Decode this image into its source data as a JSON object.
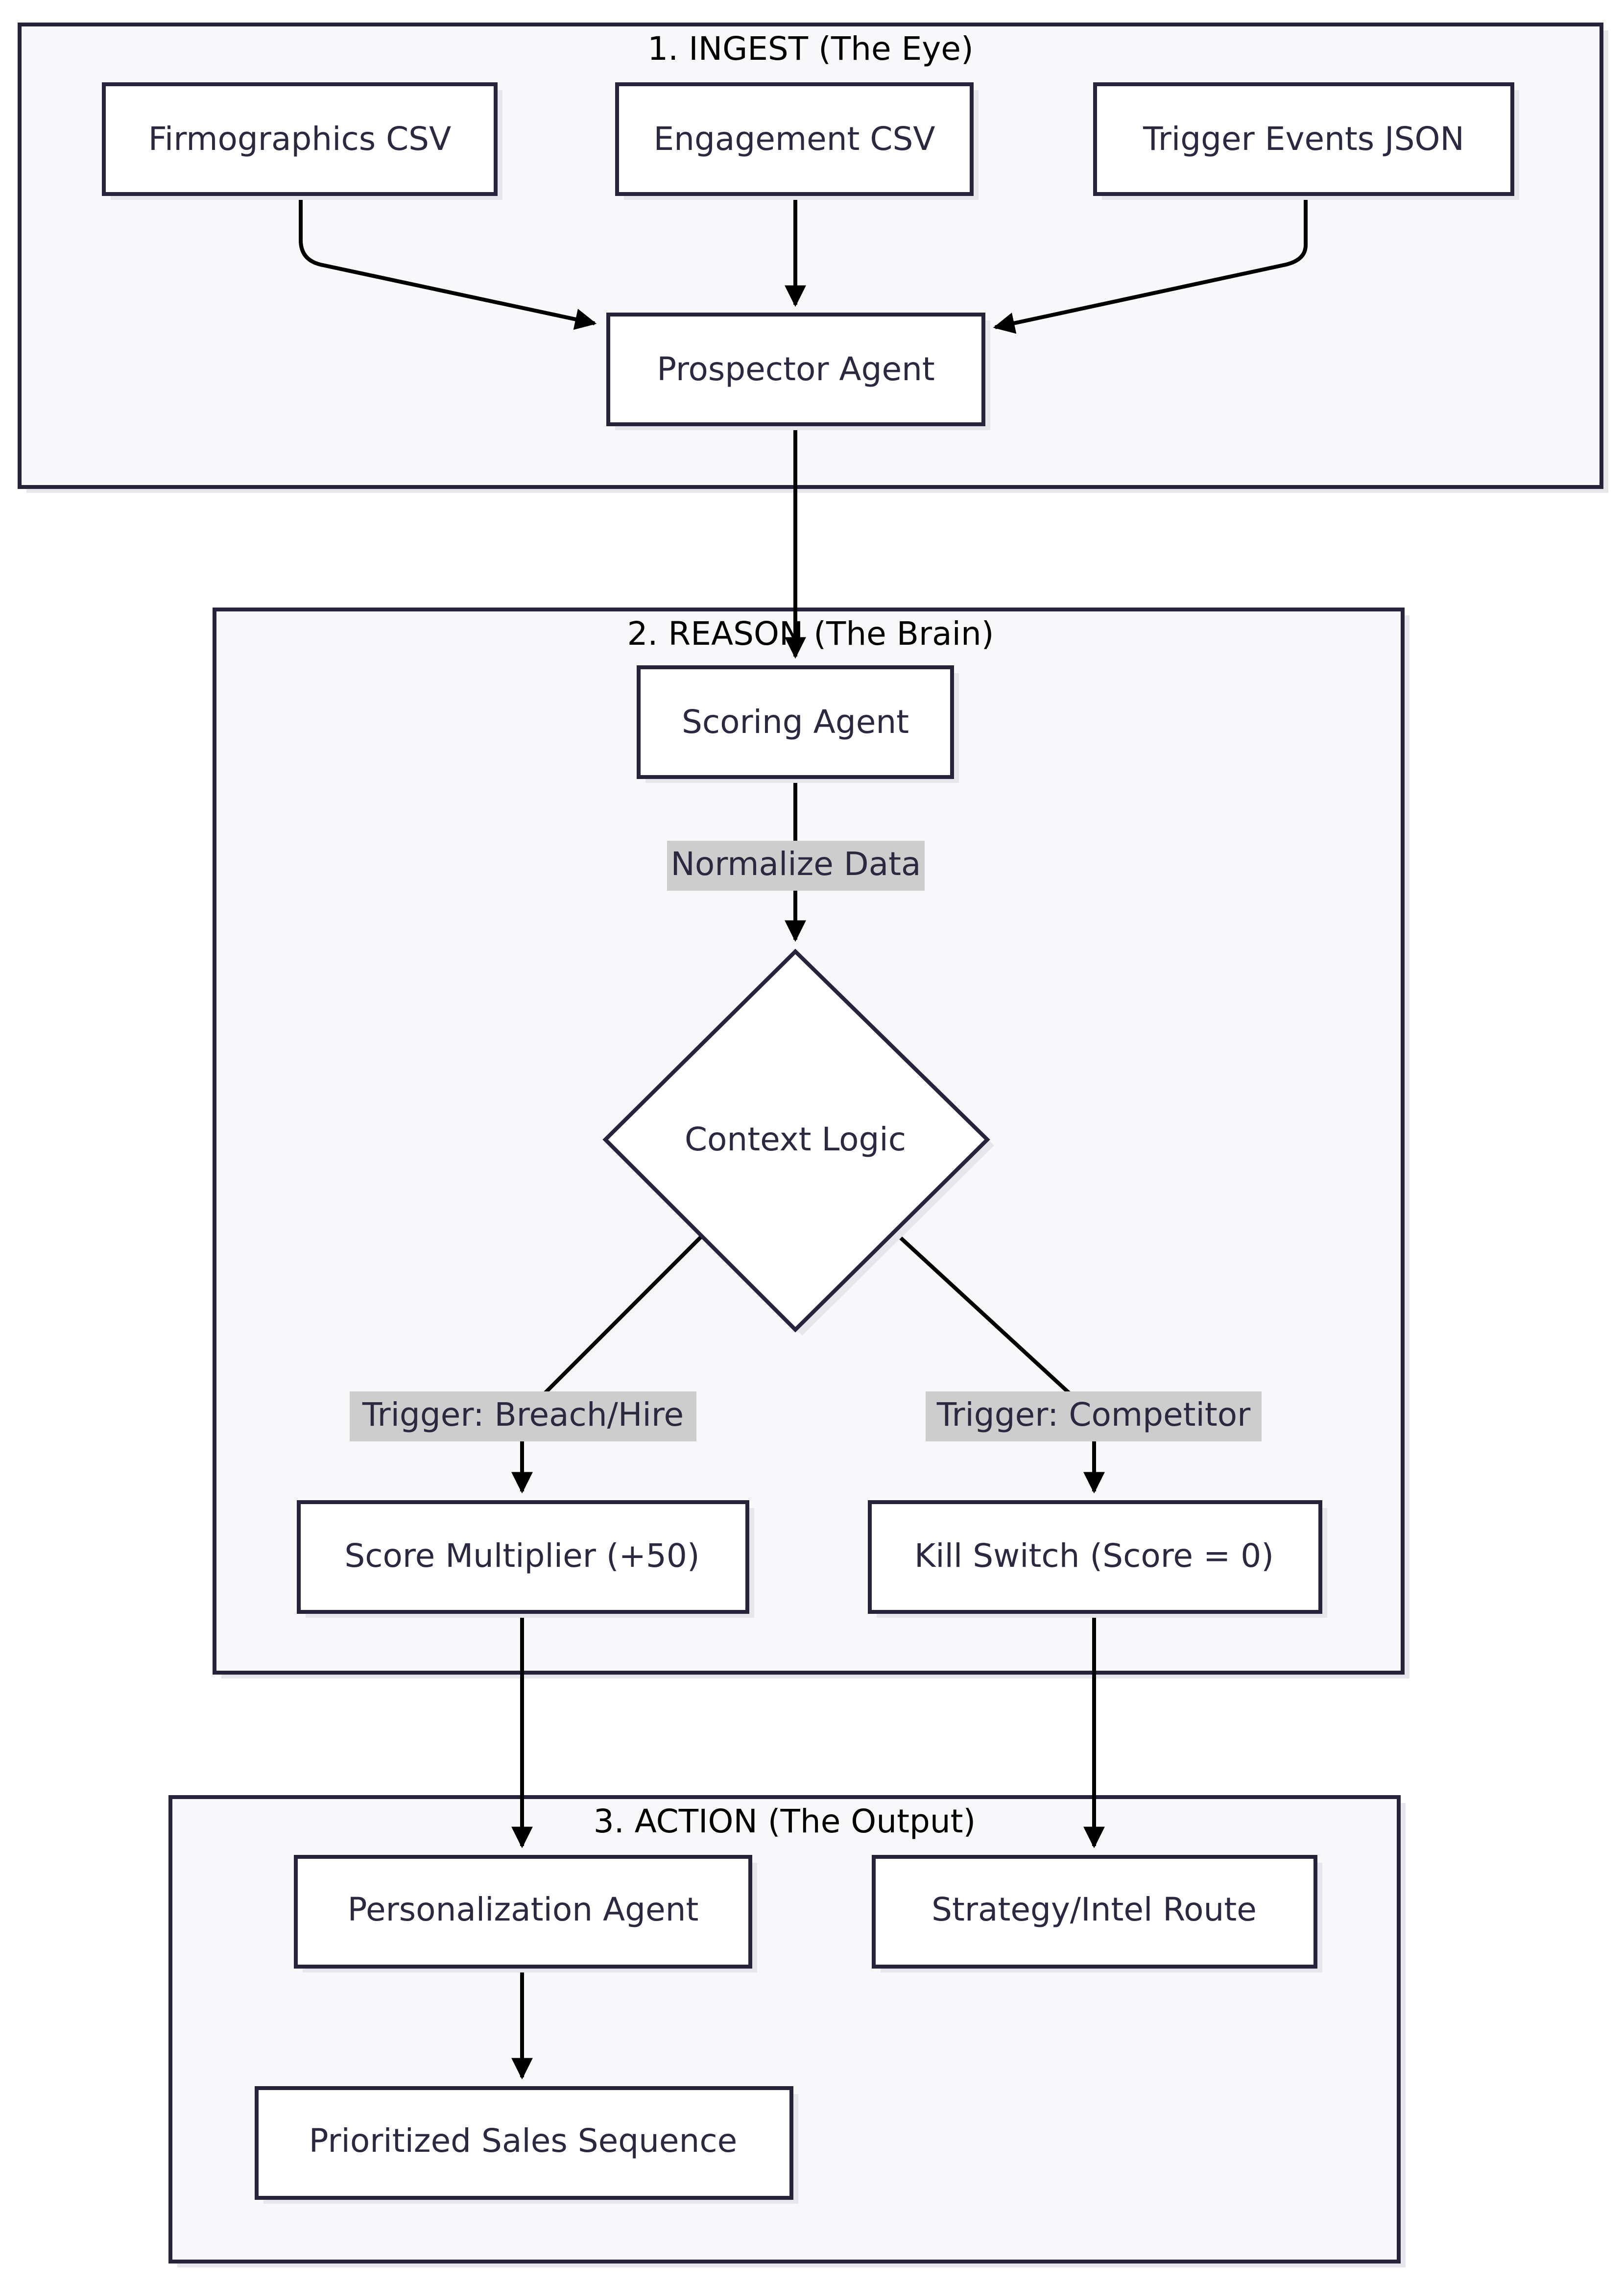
{
  "diagram": {
    "colors": {
      "cluster_fill": "#f8f8fb",
      "node_fill": "#ffffff",
      "stroke": "#26233a",
      "shadow": "#e6e6ec",
      "edge_label_bg": "#cdcdcd",
      "arrow": "#000000"
    },
    "clusters": {
      "ingest": {
        "title": "1. INGEST (The Eye)"
      },
      "reason": {
        "title": "2. REASON (The Brain)"
      },
      "action": {
        "title": "3. ACTION (The Output)"
      }
    },
    "nodes": {
      "firmographics": {
        "label": "Firmographics CSV"
      },
      "engagement": {
        "label": "Engagement CSV"
      },
      "trigger_events": {
        "label": "Trigger Events JSON"
      },
      "prospector": {
        "label": "Prospector Agent"
      },
      "scoring": {
        "label": "Scoring Agent"
      },
      "context_logic": {
        "label": "Context Logic"
      },
      "score_multiplier": {
        "label": "Score Multiplier (+50)"
      },
      "kill_switch": {
        "label": "Kill Switch (Score = 0)"
      },
      "personalization": {
        "label": "Personalization Agent"
      },
      "strategy_route": {
        "label": "Strategy/Intel Route"
      },
      "sales_sequence": {
        "label": "Prioritized Sales Sequence"
      }
    },
    "edge_labels": {
      "normalize": "Normalize Data",
      "breach_hire": "Trigger: Breach/Hire",
      "competitor": "Trigger: Competitor"
    }
  }
}
